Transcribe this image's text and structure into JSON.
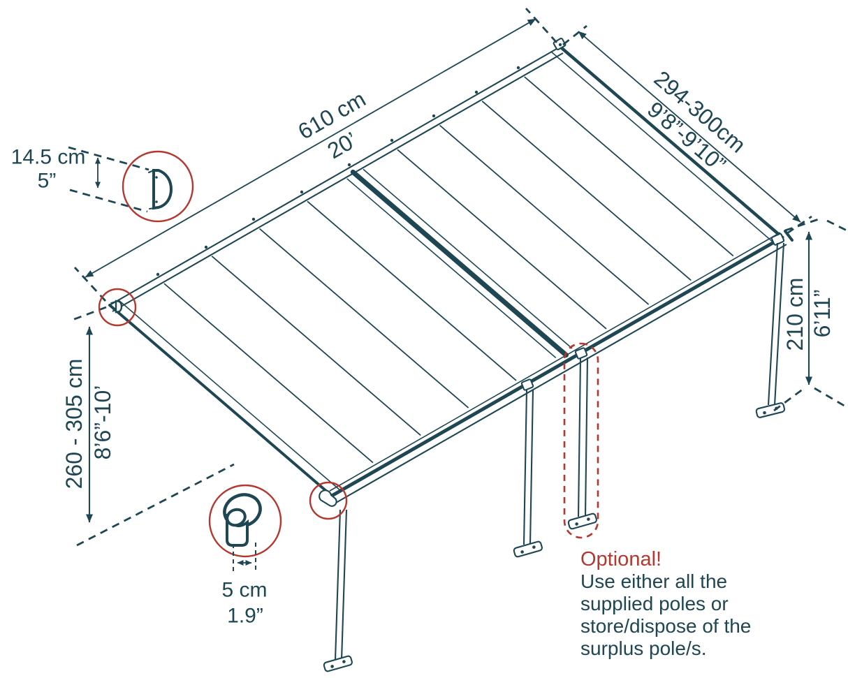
{
  "colors": {
    "ink": "#1E4653",
    "red": "#B4382F",
    "background": "#FFFFFF"
  },
  "diagram_title": "patio-cover-dimensions-diagram",
  "dimensions": {
    "width": {
      "metric": "610 cm",
      "imperial": "20’"
    },
    "depth": {
      "metric": "294-300cm",
      "imperial": "9’8”-9’10”"
    },
    "front_height": {
      "metric": "210 cm",
      "imperial": "6’11”"
    },
    "wall_height": {
      "metric": "260 - 305 cm",
      "imperial": "8’6”-10’"
    },
    "beam_profile": {
      "metric": "14.5 cm",
      "imperial": "5”"
    },
    "pole_width": {
      "metric": "5 cm",
      "imperial": "1.9”"
    }
  },
  "note": {
    "title": "Optional!",
    "lines": [
      "Use either all the",
      "supplied poles or",
      "store/dispose of the",
      "surplus pole/s."
    ]
  }
}
